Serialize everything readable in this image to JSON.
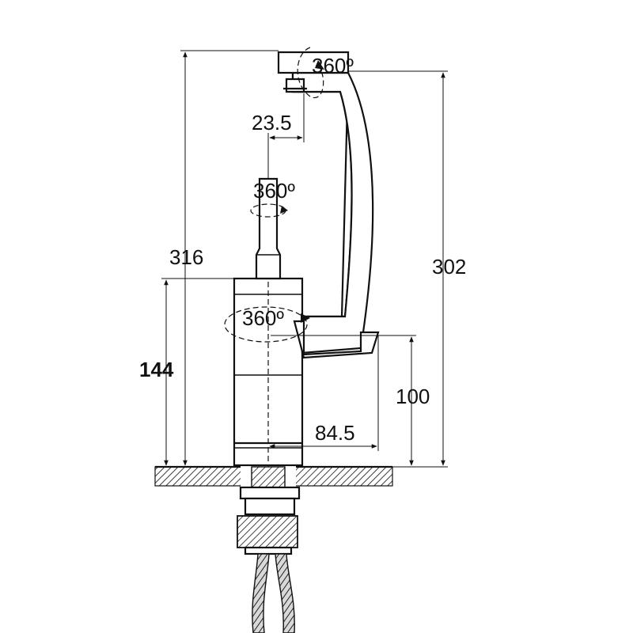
{
  "dimensions": {
    "total_height": "316",
    "spout_height": "302",
    "body_height": "144",
    "outlet_height": "100",
    "reach": "84.5",
    "aerator_offset": "23.5"
  },
  "rotation_labels": {
    "spout_tip": "360º",
    "handle": "360º",
    "spout_base": "360º"
  },
  "colors": {
    "line": "#111111",
    "background": "#ffffff"
  }
}
